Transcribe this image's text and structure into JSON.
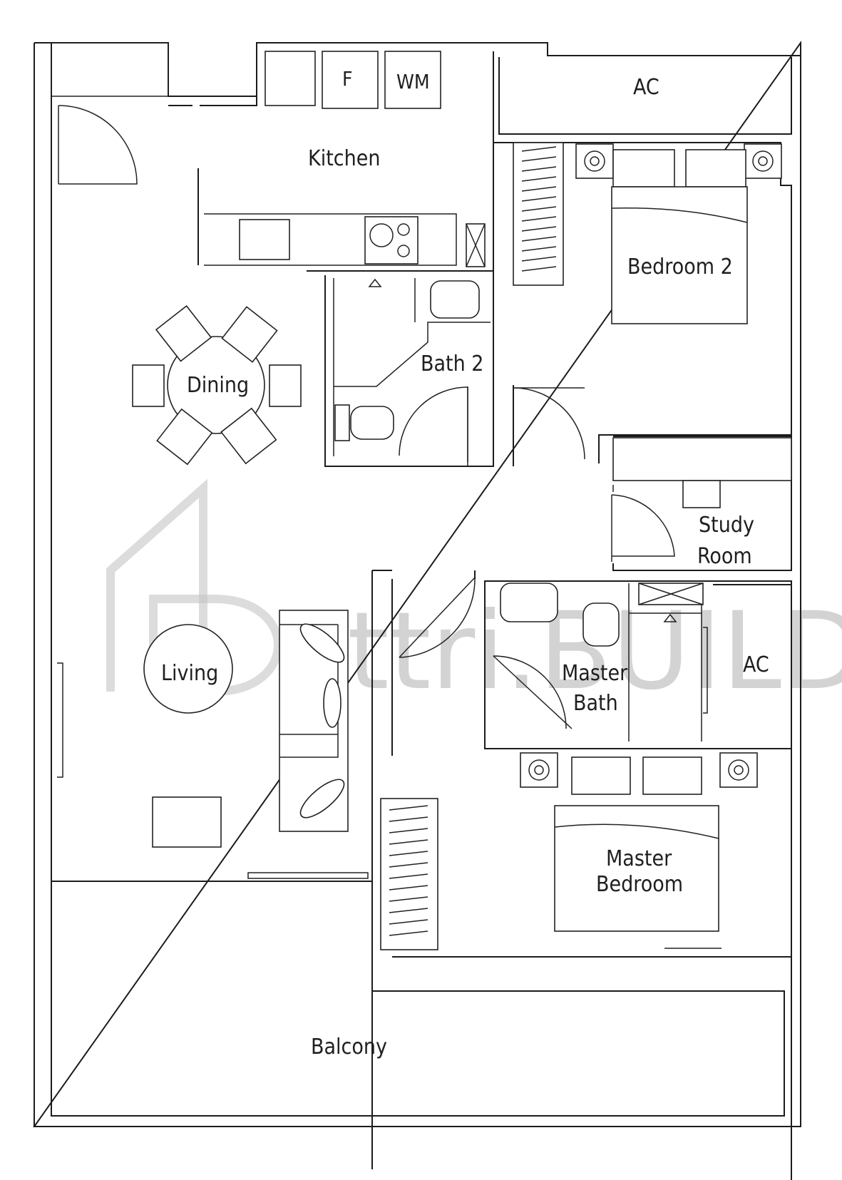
{
  "rooms": {
    "kitchen": "Kitchen",
    "fridge": "F",
    "washing_machine": "WM",
    "ac_top": "AC",
    "bedroom2": "Bedroom 2",
    "bath2": "Bath 2",
    "dining": "Dining",
    "study_line1": "Study",
    "study_line2": "Room",
    "living": "Living",
    "master_bath_line1": "Master",
    "master_bath_line2": "Bath",
    "ac_right": "AC",
    "master_bedroom_line1": "Master",
    "master_bedroom_line2": "Bedroom",
    "balcony": "Balcony"
  },
  "watermark": {
    "text": "attri.BUILD"
  }
}
